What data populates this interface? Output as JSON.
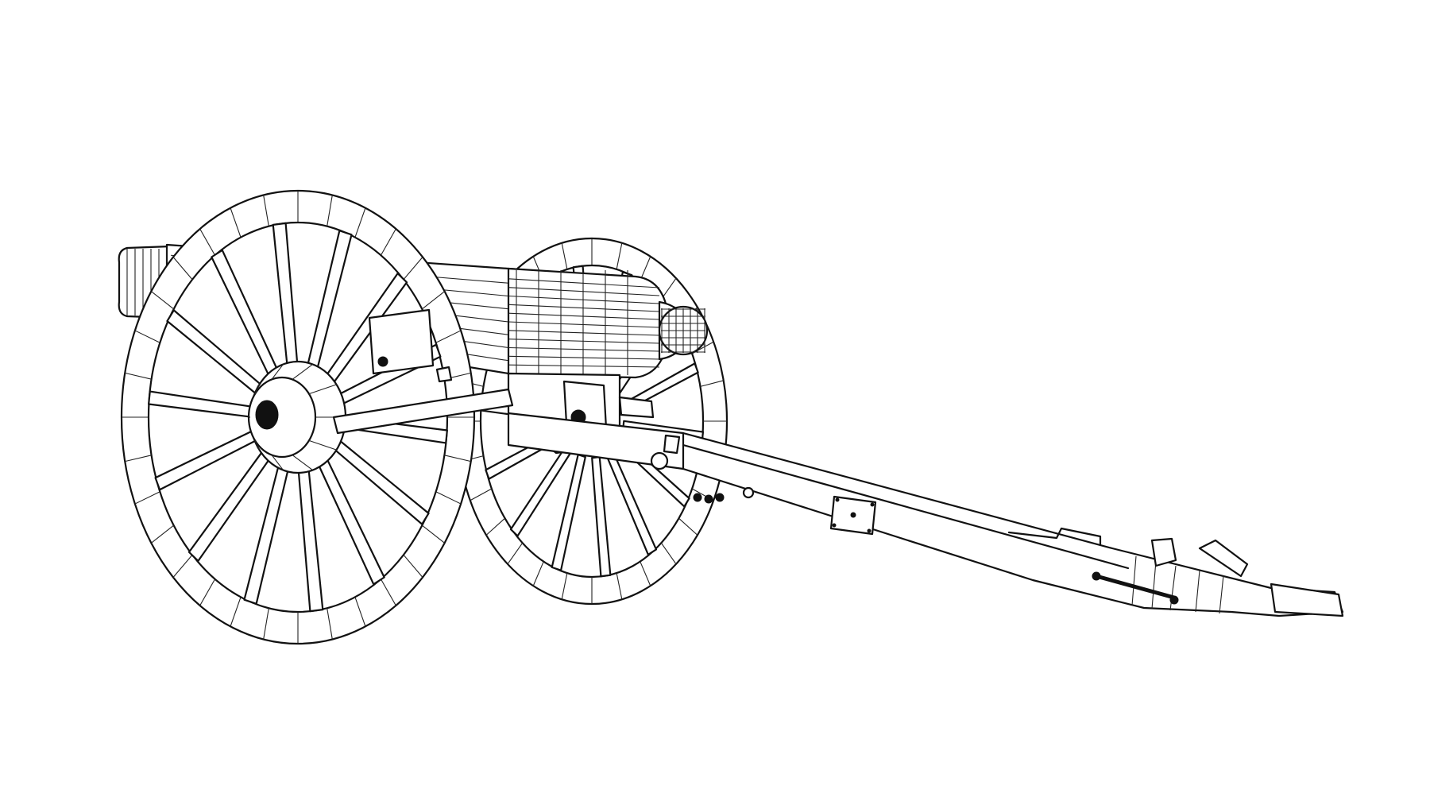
{
  "image": {
    "subject": "Wireframe line drawing of a field artillery cannon on a two-wheeled carriage",
    "style": "black outline / wireframe on white",
    "background_color": "#ffffff",
    "line_color": "#111111",
    "components": [
      {
        "name": "front-wheel",
        "spokes": 14
      },
      {
        "name": "rear-wheel",
        "spokes": 14
      },
      {
        "name": "barrel"
      },
      {
        "name": "cascabel-knob"
      },
      {
        "name": "trail"
      },
      {
        "name": "lunette"
      }
    ]
  }
}
